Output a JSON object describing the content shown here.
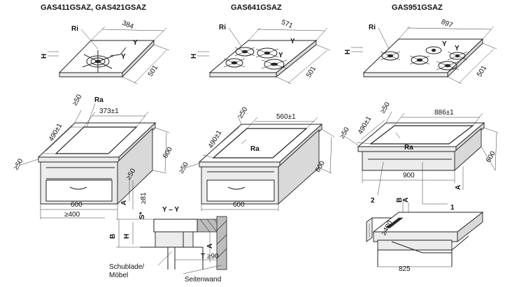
{
  "models": {
    "left": "GAS411GSAZ, GAS421GSAZ",
    "middle": "GAS641GSAZ",
    "right": "GAS951GSAZ"
  },
  "top_views": {
    "left": {
      "ri": "Ri",
      "h": "H",
      "y1": "Y",
      "y2": "Y",
      "width": "384",
      "depth": "501"
    },
    "middle": {
      "ri": "Ri",
      "h": "H",
      "y1": "Y",
      "y2": "Y",
      "width": "571",
      "depth": "501"
    },
    "right": {
      "ri": "Ri",
      "h": "H",
      "y1": "Y",
      "y2": "Y",
      "width": "897",
      "depth": "501"
    }
  },
  "cutouts": {
    "left": {
      "back_clearance": "≥50",
      "ra": "Ra",
      "cut_w": "373±1",
      "cut_d": "490±1",
      "left_clearance": "≥50",
      "cab_depth": "600",
      "front_clearance": "≥50",
      "cab_width": "600",
      "min_width": "≥400",
      "a": "A",
      "s": "S*",
      "s_val": "≥81"
    },
    "middle": {
      "front_clearance": "≥50",
      "cut_w": "560±1",
      "cut_d": "490±1",
      "ra": "Ra",
      "left_clearance": "≥50",
      "cab_depth": "600",
      "cab_width": "600"
    },
    "right": {
      "left_clearance": "≥50",
      "cut_d": "490±1",
      "back_clearance": "≥50",
      "cut_w": "886±1",
      "ra": "Ra",
      "cab_depth": "600",
      "cab_width": "900",
      "a": "A",
      "label2": "2",
      "label1": "1"
    }
  },
  "section": {
    "title": "Y – Y",
    "b": "B",
    "h": "H",
    "a": "A",
    "t": "T",
    "t_val": "≥90",
    "drawer_label": "Schublade/",
    "drawer_label2": "Möbel",
    "wall_label": "Seitenwand"
  },
  "detail": {
    "b": "B",
    "a": "A",
    "d480": "≥480",
    "width": "825"
  }
}
